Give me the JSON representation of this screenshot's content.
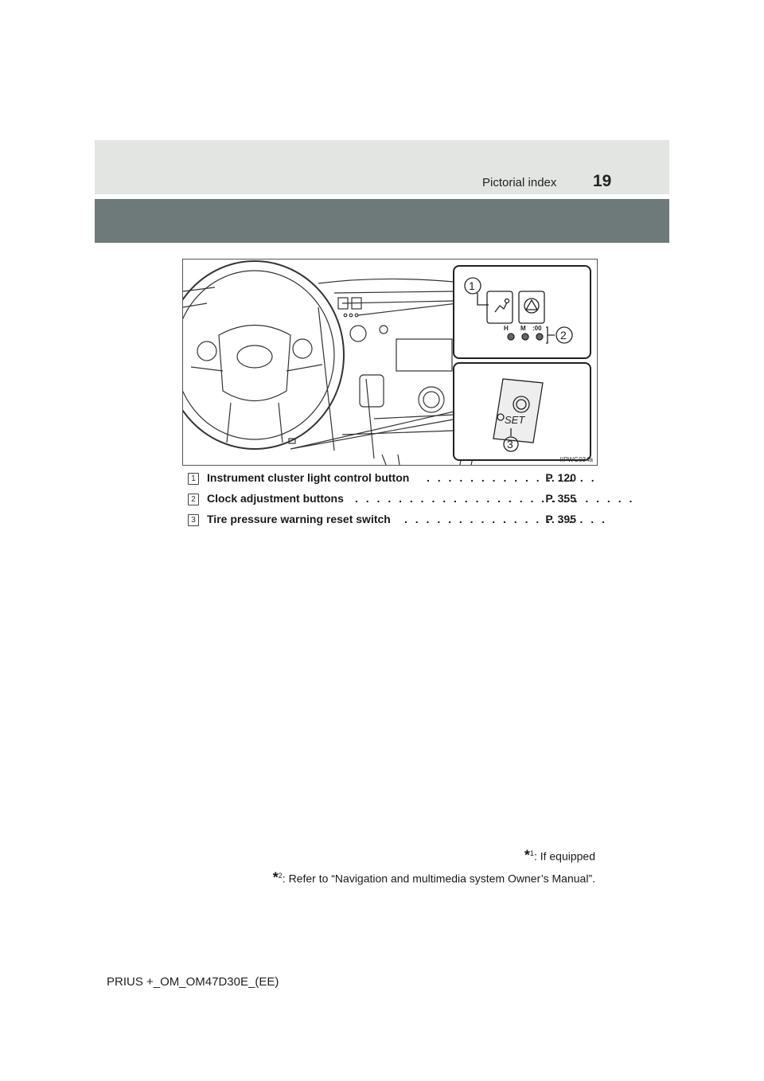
{
  "header": {
    "section_title": "Pictorial index",
    "page_number": "19"
  },
  "figure": {
    "code": "IIPWG034a",
    "callouts": [
      "1",
      "2",
      "3"
    ],
    "clock_labels": [
      "H",
      "M",
      ":00"
    ],
    "set_label": "SET"
  },
  "index_items": [
    {
      "number": "1",
      "label": "Instrument cluster light control button",
      "dots": ". . . . . . . . . . . . . . . .",
      "page": "P. 120"
    },
    {
      "number": "2",
      "label": "Clock adjustment buttons",
      "dots": ". . . . . . . . . . . . . . . . . . . . . . . . . .",
      "page": "P. 355"
    },
    {
      "number": "3",
      "label": "Tire pressure warning reset switch",
      "dots": ". . . . . . . . . . . . . . . . . . .",
      "page": "P. 395"
    }
  ],
  "footnotes": [
    {
      "marker": "*",
      "sup": "1",
      "text": ": If equipped"
    },
    {
      "marker": "*",
      "sup": "2",
      "text": ": Refer to “Navigation and multimedia system Owner’s Manual”."
    }
  ],
  "footer": {
    "document_code": "PRIUS +_OM_OM47D30E_(EE)"
  }
}
